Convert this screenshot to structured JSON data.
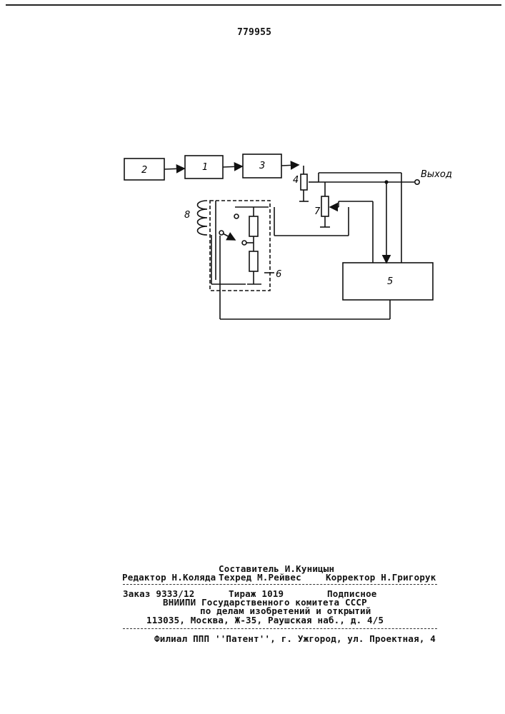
{
  "page": {
    "patent_number": "779955"
  },
  "diagram": {
    "blocks": {
      "b1": "1",
      "b2": "2",
      "b3": "3",
      "b5": "5"
    },
    "labels": {
      "l4": "4",
      "l6": "6",
      "l7": "7",
      "l8": "8",
      "output": "Выход"
    }
  },
  "footer": {
    "compiler": "Составитель И.Куницын",
    "editor": "Редактор Н.Коляда",
    "techred": "Техред М.Рейвес",
    "corrector": "Корректор Н.Григорук",
    "order": "Заказ 9333/12",
    "circulation": "Тираж 1019",
    "subscription": "Подписное",
    "org_line1": "ВНИИПИ Государственного комитета СССР",
    "org_line2": "по делам изобретений и открытий",
    "address": "113035, Москва, Ж-35, Раушская наб., д. 4/5",
    "branch": "Филиал ППП ''Патент'', г. Ужгород, ул. Проектная, 4"
  }
}
